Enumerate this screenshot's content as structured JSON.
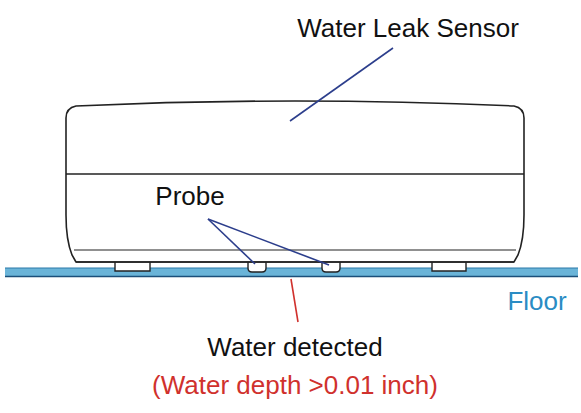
{
  "diagram": {
    "labels": [
      "Water Leak Sensor",
      "Probe",
      "Floor",
      "Water detected",
      "(Water depth >0.01 inch)"
    ]
  }
}
